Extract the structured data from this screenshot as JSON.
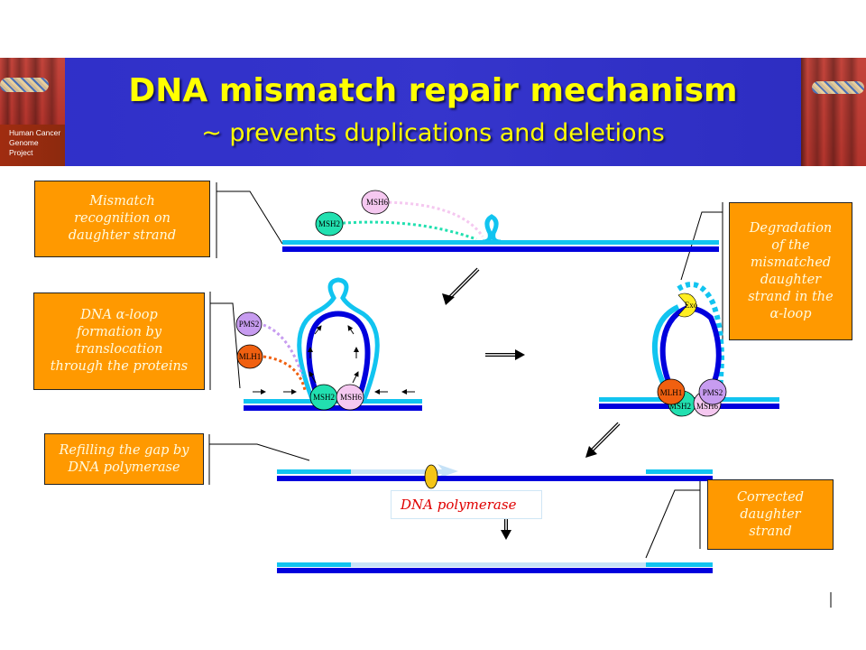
{
  "slide": {
    "title": "DNA mismatch repair mechanism",
    "subtitle": "~ prevents duplications and deletions",
    "logo_caption": [
      "Human Cancer",
      "Genome",
      "Project"
    ]
  },
  "colors": {
    "header_bg": "#3333cc",
    "title_text": "#ffff00",
    "callout_bg": "#ff9900",
    "callout_text": "#fffbe0",
    "template_strand": "#0000dd",
    "daughter_strand": "#11c4f0",
    "new_strand": "#c6e2f7",
    "msh2": "#22e0b0",
    "msh6": "#f5c8f0",
    "pms2": "#c79cf0",
    "mlh1": "#f06010",
    "exo": "#ffee22",
    "polymerase": "#f5c518",
    "polymerase_label": "#e00000"
  },
  "callouts": {
    "mismatch": [
      "Mismatch",
      "recognition on",
      "daughter strand"
    ],
    "loop": [
      "DNA α-loop",
      "formation by",
      "translocation",
      "through the proteins"
    ],
    "degradation": [
      "Degradation",
      "of the",
      "mismatched",
      "daughter",
      "strand in the",
      "α-loop"
    ],
    "refill": [
      "Refilling the gap by",
      "DNA polymerase"
    ],
    "corrected": [
      "Corrected",
      "daughter",
      "strand"
    ]
  },
  "proteins": {
    "msh2": "MSH2",
    "msh6": "MSH6",
    "pms2": "PMS2",
    "mlh1": "MLH1",
    "exo": "Exo"
  },
  "polymerase_label": "DNA polymerase",
  "steps": [
    {
      "id": "recognition",
      "proteins": [
        "MSH2",
        "MSH6"
      ]
    },
    {
      "id": "loop-formation",
      "proteins": [
        "PMS2",
        "MLH1",
        "MSH2",
        "MSH6"
      ]
    },
    {
      "id": "degradation",
      "proteins": [
        "Exo",
        "MLH1",
        "PMS2",
        "MSH2",
        "MSH6"
      ]
    },
    {
      "id": "refill",
      "proteins": [
        "DNA polymerase"
      ]
    },
    {
      "id": "corrected",
      "proteins": []
    }
  ]
}
